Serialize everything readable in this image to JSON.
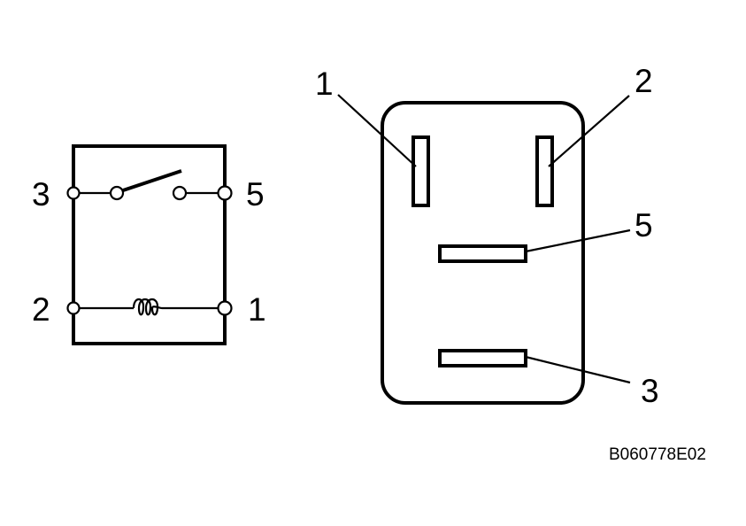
{
  "schematic": {
    "pins": {
      "left_top": "3",
      "right_top": "5",
      "left_bottom": "2",
      "right_bottom": "1"
    },
    "elements": [
      "switch-contact",
      "coil"
    ]
  },
  "connector": {
    "callouts": {
      "top_left": "1",
      "top_right": "2",
      "middle": "5",
      "bottom": "3"
    }
  },
  "reference_code": "B060778E02",
  "colors": {
    "line": "#000000",
    "background": "#ffffff"
  }
}
